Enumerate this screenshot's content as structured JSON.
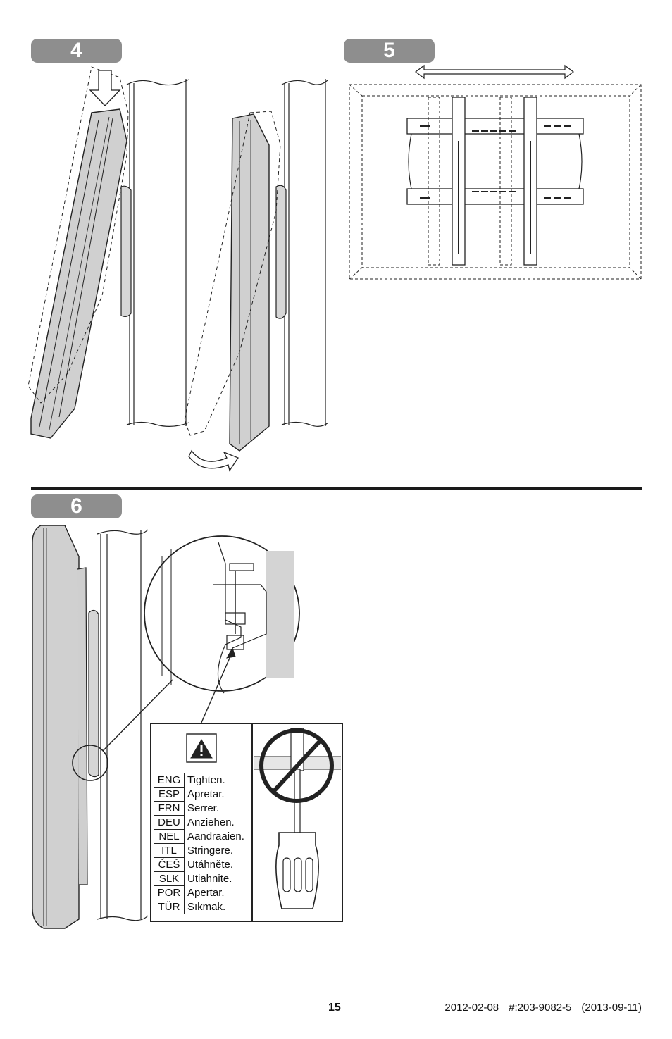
{
  "steps": [
    {
      "number": "4"
    },
    {
      "number": "5"
    },
    {
      "number": "6"
    }
  ],
  "warning": {
    "icon": "warning-triangle-icon",
    "prohibited_icon": "no-overtighten-icon",
    "languages": [
      {
        "code": "ENG",
        "text": "Tighten."
      },
      {
        "code": "ESP",
        "text": "Apretar."
      },
      {
        "code": "FRN",
        "text": "Serrer."
      },
      {
        "code": "DEU",
        "text": "Anziehen."
      },
      {
        "code": "NEL",
        "text": "Aandraaien."
      },
      {
        "code": "ITL",
        "text": "Stringere."
      },
      {
        "code": "ČEŠ",
        "text": "Utáhněte."
      },
      {
        "code": "SLK",
        "text": "Utiahnite."
      },
      {
        "code": "POR",
        "text": "Apertar."
      },
      {
        "code": "TÜR",
        "text": "Sıkmak."
      }
    ]
  },
  "footer": {
    "page_number": "15",
    "date": "2012-02-08",
    "doc_number": "#:203-9082-5",
    "revision": "(2013-09-11)"
  }
}
